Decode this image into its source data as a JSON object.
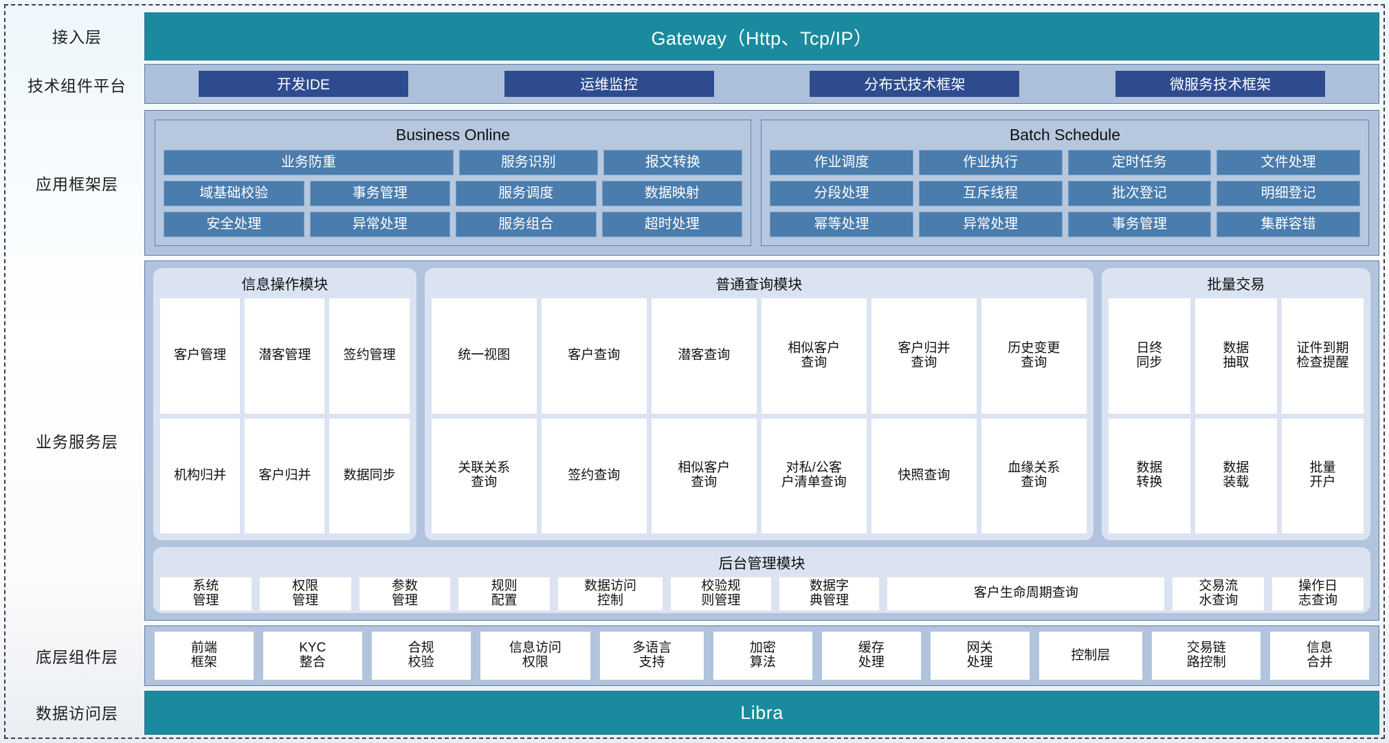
{
  "colors": {
    "teal": "#1a8a9e",
    "dark_blue": "#2d4b8e",
    "mid_blue": "#4a7cad",
    "panel_blue": "#b2c4dd",
    "card_lavender": "#dbe3f2"
  },
  "layers": {
    "access": {
      "label": "接入层",
      "bar": "Gateway（Http、Tcp/IP）"
    },
    "tech": {
      "label": "技术组件平台",
      "items": [
        "开发IDE",
        "运维监控",
        "分布式技术框架",
        "微服务技术框架"
      ]
    },
    "appframe": {
      "label": "应用框架层",
      "panels": [
        {
          "title": "Business Online",
          "rows": [
            [
              "业务防重",
              "服务识别",
              "报文转换"
            ],
            [
              "域基础校验",
              "事务管理",
              "服务调度",
              "数据映射"
            ],
            [
              "安全处理",
              "异常处理",
              "服务组合",
              "超时处理"
            ]
          ]
        },
        {
          "title": "Batch Schedule",
          "rows": [
            [
              "作业调度",
              "作业执行",
              "定时任务",
              "文件处理"
            ],
            [
              "分段处理",
              "互斥线程",
              "批次登记",
              "明细登记"
            ],
            [
              "幂等处理",
              "异常处理",
              "事务管理",
              "集群容错"
            ]
          ]
        }
      ]
    },
    "bizservice": {
      "label": "业务服务层",
      "modules": [
        {
          "title": "信息操作模块",
          "rows": [
            [
              "客户管理",
              "潜客管理",
              "签约管理"
            ],
            [
              "机构归并",
              "客户归并",
              "数据同步"
            ]
          ]
        },
        {
          "title": "普通查询模块",
          "rows": [
            [
              "统一视图",
              "客户查询",
              "潜客查询",
              "相似客户\n查询",
              "客户归并\n查询",
              "历史变更\n查询"
            ],
            [
              "关联关系\n查询",
              "签约查询",
              "相似客户\n查询",
              "对私/公客\n户清单查询",
              "快照查询",
              "血缘关系\n查询"
            ]
          ]
        },
        {
          "title": "批量交易",
          "rows": [
            [
              "日终\n同步",
              "数据\n抽取",
              "证件到期\n检查提醒"
            ],
            [
              "数据\n转换",
              "数据\n装载",
              "批量\n开户"
            ]
          ]
        }
      ],
      "admin": {
        "title": "后台管理模块",
        "items": [
          "系统\n管理",
          "权限\n管理",
          "参数\n管理",
          "规则\n配置",
          "数据访问\n控制",
          "校验规\n则管理",
          "数据字\n典管理",
          "客户生命周期查询",
          "交易流\n水查询",
          "操作日\n志查询"
        ]
      }
    },
    "components": {
      "label": "底层组件层",
      "items": [
        "前端\n框架",
        "KYC\n整合",
        "合规\n校验",
        "信息访问\n权限",
        "多语言\n支持",
        "加密\n算法",
        "缓存\n处理",
        "网关\n处理",
        "控制层",
        "交易链\n路控制",
        "信息\n合并"
      ]
    },
    "dataaccess": {
      "label": "数据访问层",
      "bar": "Libra"
    }
  }
}
